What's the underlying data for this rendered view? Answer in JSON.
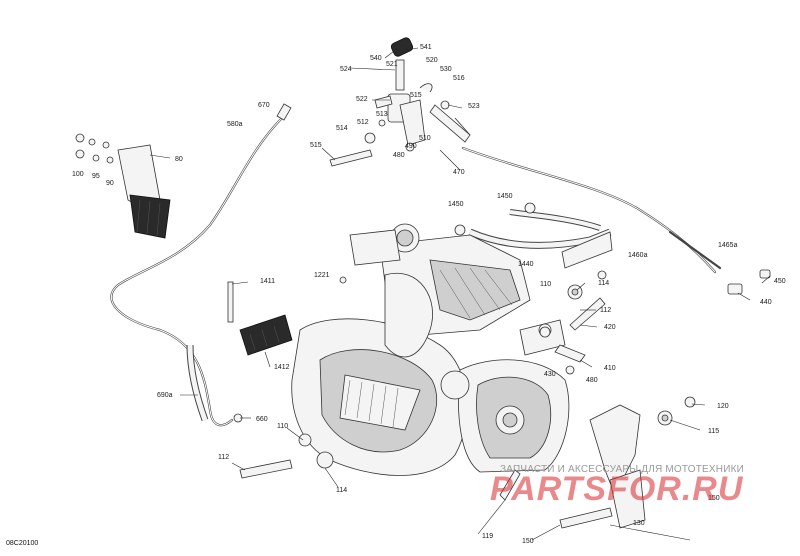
{
  "diagram": {
    "figure_id": "08C20100",
    "colors": {
      "line": "#333333",
      "label": "#1a1a1a",
      "watermark": "#d7282d"
    },
    "labels": {
      "l80": "80",
      "l90": "90",
      "l95": "95",
      "l100": "100",
      "l110a": "110",
      "l110b": "110",
      "l112a": "112",
      "l112b": "112",
      "l114a": "114",
      "l114b": "114",
      "l115": "115",
      "l119": "119",
      "l120": "120",
      "l130": "130",
      "l150a": "150",
      "l150b": "150",
      "l410": "410",
      "l420": "420",
      "l430": "430",
      "l440": "440",
      "l450": "450",
      "l470": "470",
      "l480": "480",
      "l490": "490",
      "l510": "510",
      "l512": "512",
      "l513": "513",
      "l514": "514",
      "l515": "515",
      "l516": "516",
      "l520": "520",
      "l521": "521",
      "l522": "522",
      "l523": "523",
      "l524": "524",
      "l530": "530",
      "l540": "540",
      "l541": "541",
      "l580a": "580a",
      "l660": "660",
      "l670": "670",
      "l690a": "690a",
      "l1221": "1221",
      "l1411": "1411",
      "l1412": "1412",
      "l1440": "1440",
      "l1450a": "1450",
      "l1450b": "1450",
      "l1460a": "1460a",
      "l1465a": "1465a"
    }
  },
  "watermark": {
    "tagline": "ЗАПЧАСТИ И АКСЕССУАРЫ ДЛЯ МОТОТЕХНИКИ",
    "logo": "PARTSFOR.RU"
  }
}
